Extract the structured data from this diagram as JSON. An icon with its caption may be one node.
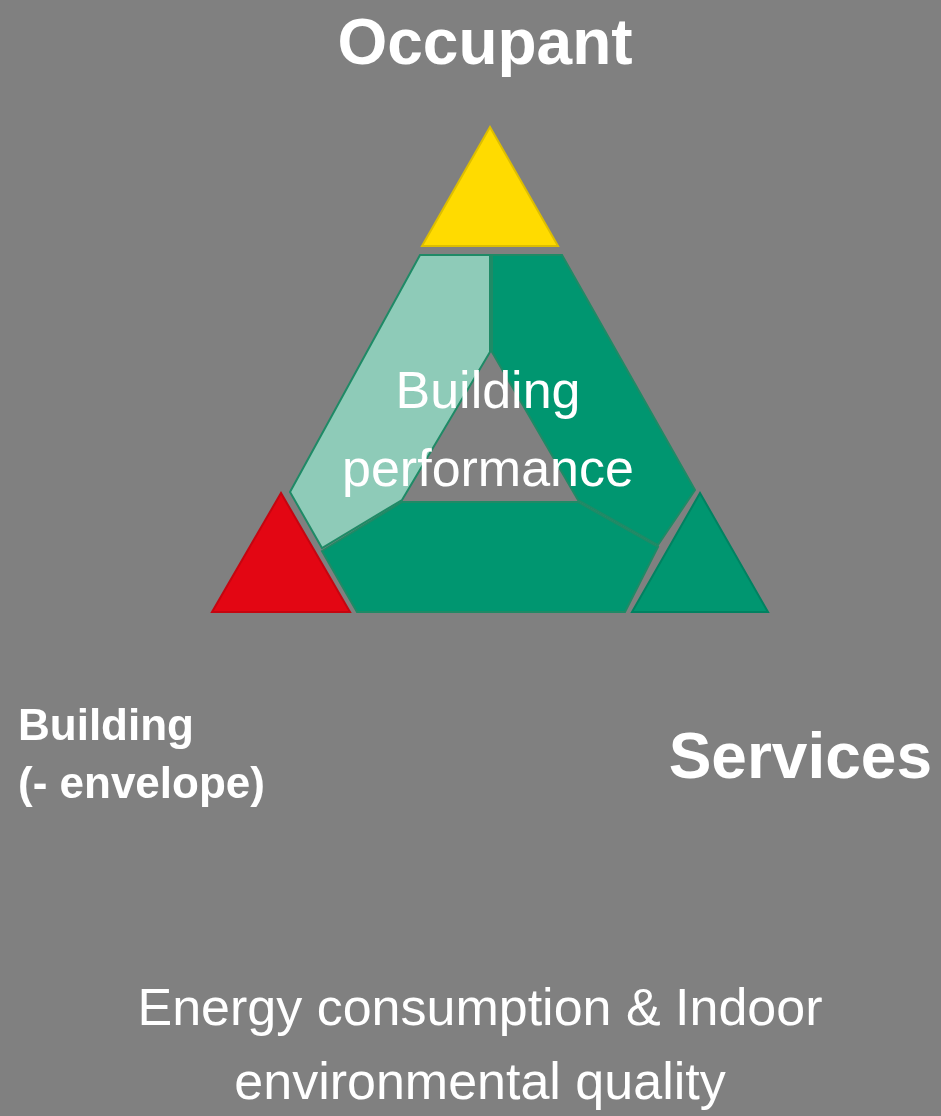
{
  "diagram": {
    "nodes": [
      {
        "text": [
          "Building performance"
        ]
      }
    ],
    "labels": [
      "Occupant",
      "Building (- envelope)",
      "Services",
      "Energy consumption & Indoor environmental quality"
    ]
  }
}
